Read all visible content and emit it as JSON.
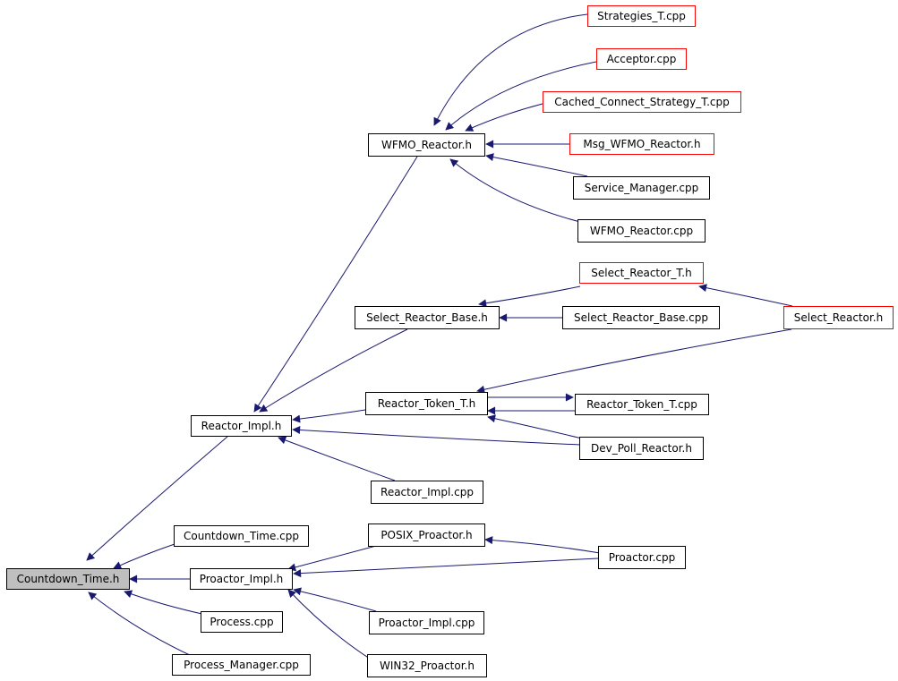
{
  "colors": {
    "edge": "#191970",
    "border": "#000000",
    "truncated_border": "#ff0000",
    "root_fill": "#bfbfbf"
  },
  "nodes": {
    "countdown_time_h": "Countdown_Time.h",
    "countdown_time_cpp": "Countdown_Time.cpp",
    "reactor_impl_h": "Reactor_Impl.h",
    "proactor_impl_h": "Proactor_Impl.h",
    "process_cpp": "Process.cpp",
    "process_manager_cpp": "Process_Manager.cpp",
    "wfmo_reactor_h": "WFMO_Reactor.h",
    "select_reactor_base_h": "Select_Reactor_Base.h",
    "reactor_token_t_h": "Reactor_Token_T.h",
    "reactor_impl_cpp": "Reactor_Impl.cpp",
    "posix_proactor_h": "POSIX_Proactor.h",
    "proactor_impl_cpp": "Proactor_Impl.cpp",
    "win32_proactor_h": "WIN32_Proactor.h",
    "strategies_t_cpp": "Strategies_T.cpp",
    "acceptor_cpp": "Acceptor.cpp",
    "cached_connect_strategy_t_cpp": "Cached_Connect_Strategy_T.cpp",
    "msg_wfmo_reactor_h": "Msg_WFMO_Reactor.h",
    "service_manager_cpp": "Service_Manager.cpp",
    "wfmo_reactor_cpp": "WFMO_Reactor.cpp",
    "select_reactor_t_h": "Select_Reactor_T.h",
    "select_reactor_base_cpp": "Select_Reactor_Base.cpp",
    "reactor_token_t_cpp": "Reactor_Token_T.cpp",
    "dev_poll_reactor_h": "Dev_Poll_Reactor.h",
    "select_reactor_h": "Select_Reactor.h",
    "proactor_cpp": "Proactor.cpp"
  }
}
